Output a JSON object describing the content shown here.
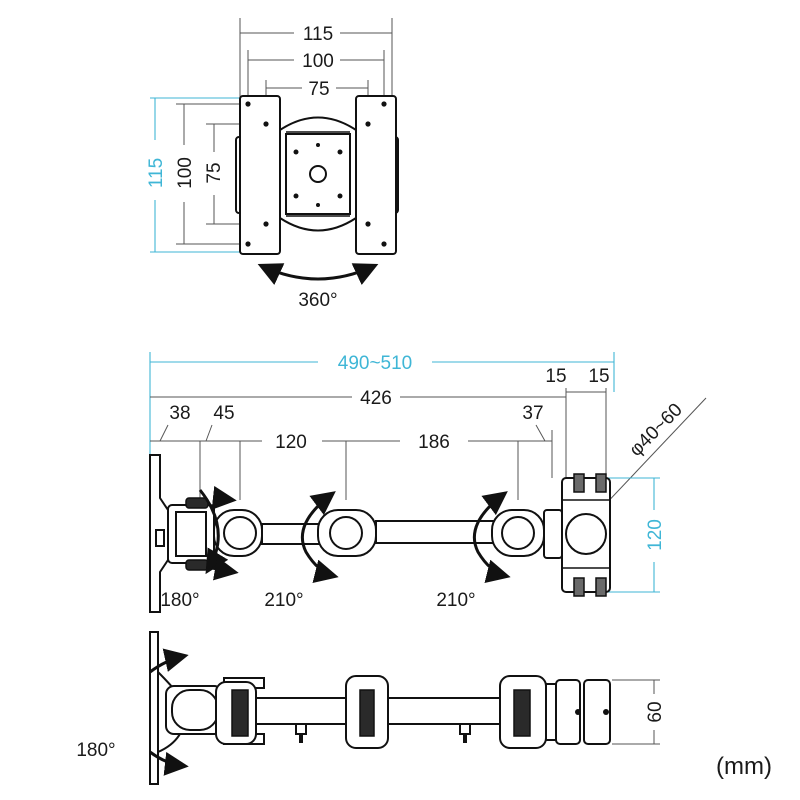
{
  "top_view": {
    "width_outer": "115",
    "width_mid": "100",
    "width_inner": "75",
    "height_outer": "115",
    "height_mid": "100",
    "height_inner": "75",
    "rotation": "360°"
  },
  "side_view": {
    "total_length": "490~510",
    "arm_length": "426",
    "seg_38": "38",
    "seg_45": "45",
    "seg_120": "120",
    "seg_186": "186",
    "seg_37": "37",
    "clamp_15a": "15",
    "clamp_15b": "15",
    "pole_diameter": "φ40~60",
    "clamp_height": "120",
    "tilt": "180°",
    "swivel1": "210°",
    "swivel2": "210°"
  },
  "bottom_view": {
    "tilt": "180°",
    "clamp_thickness": "60"
  },
  "unit": "(mm)",
  "colors": {
    "accent": "#3fb6d6",
    "line": "#111111"
  }
}
